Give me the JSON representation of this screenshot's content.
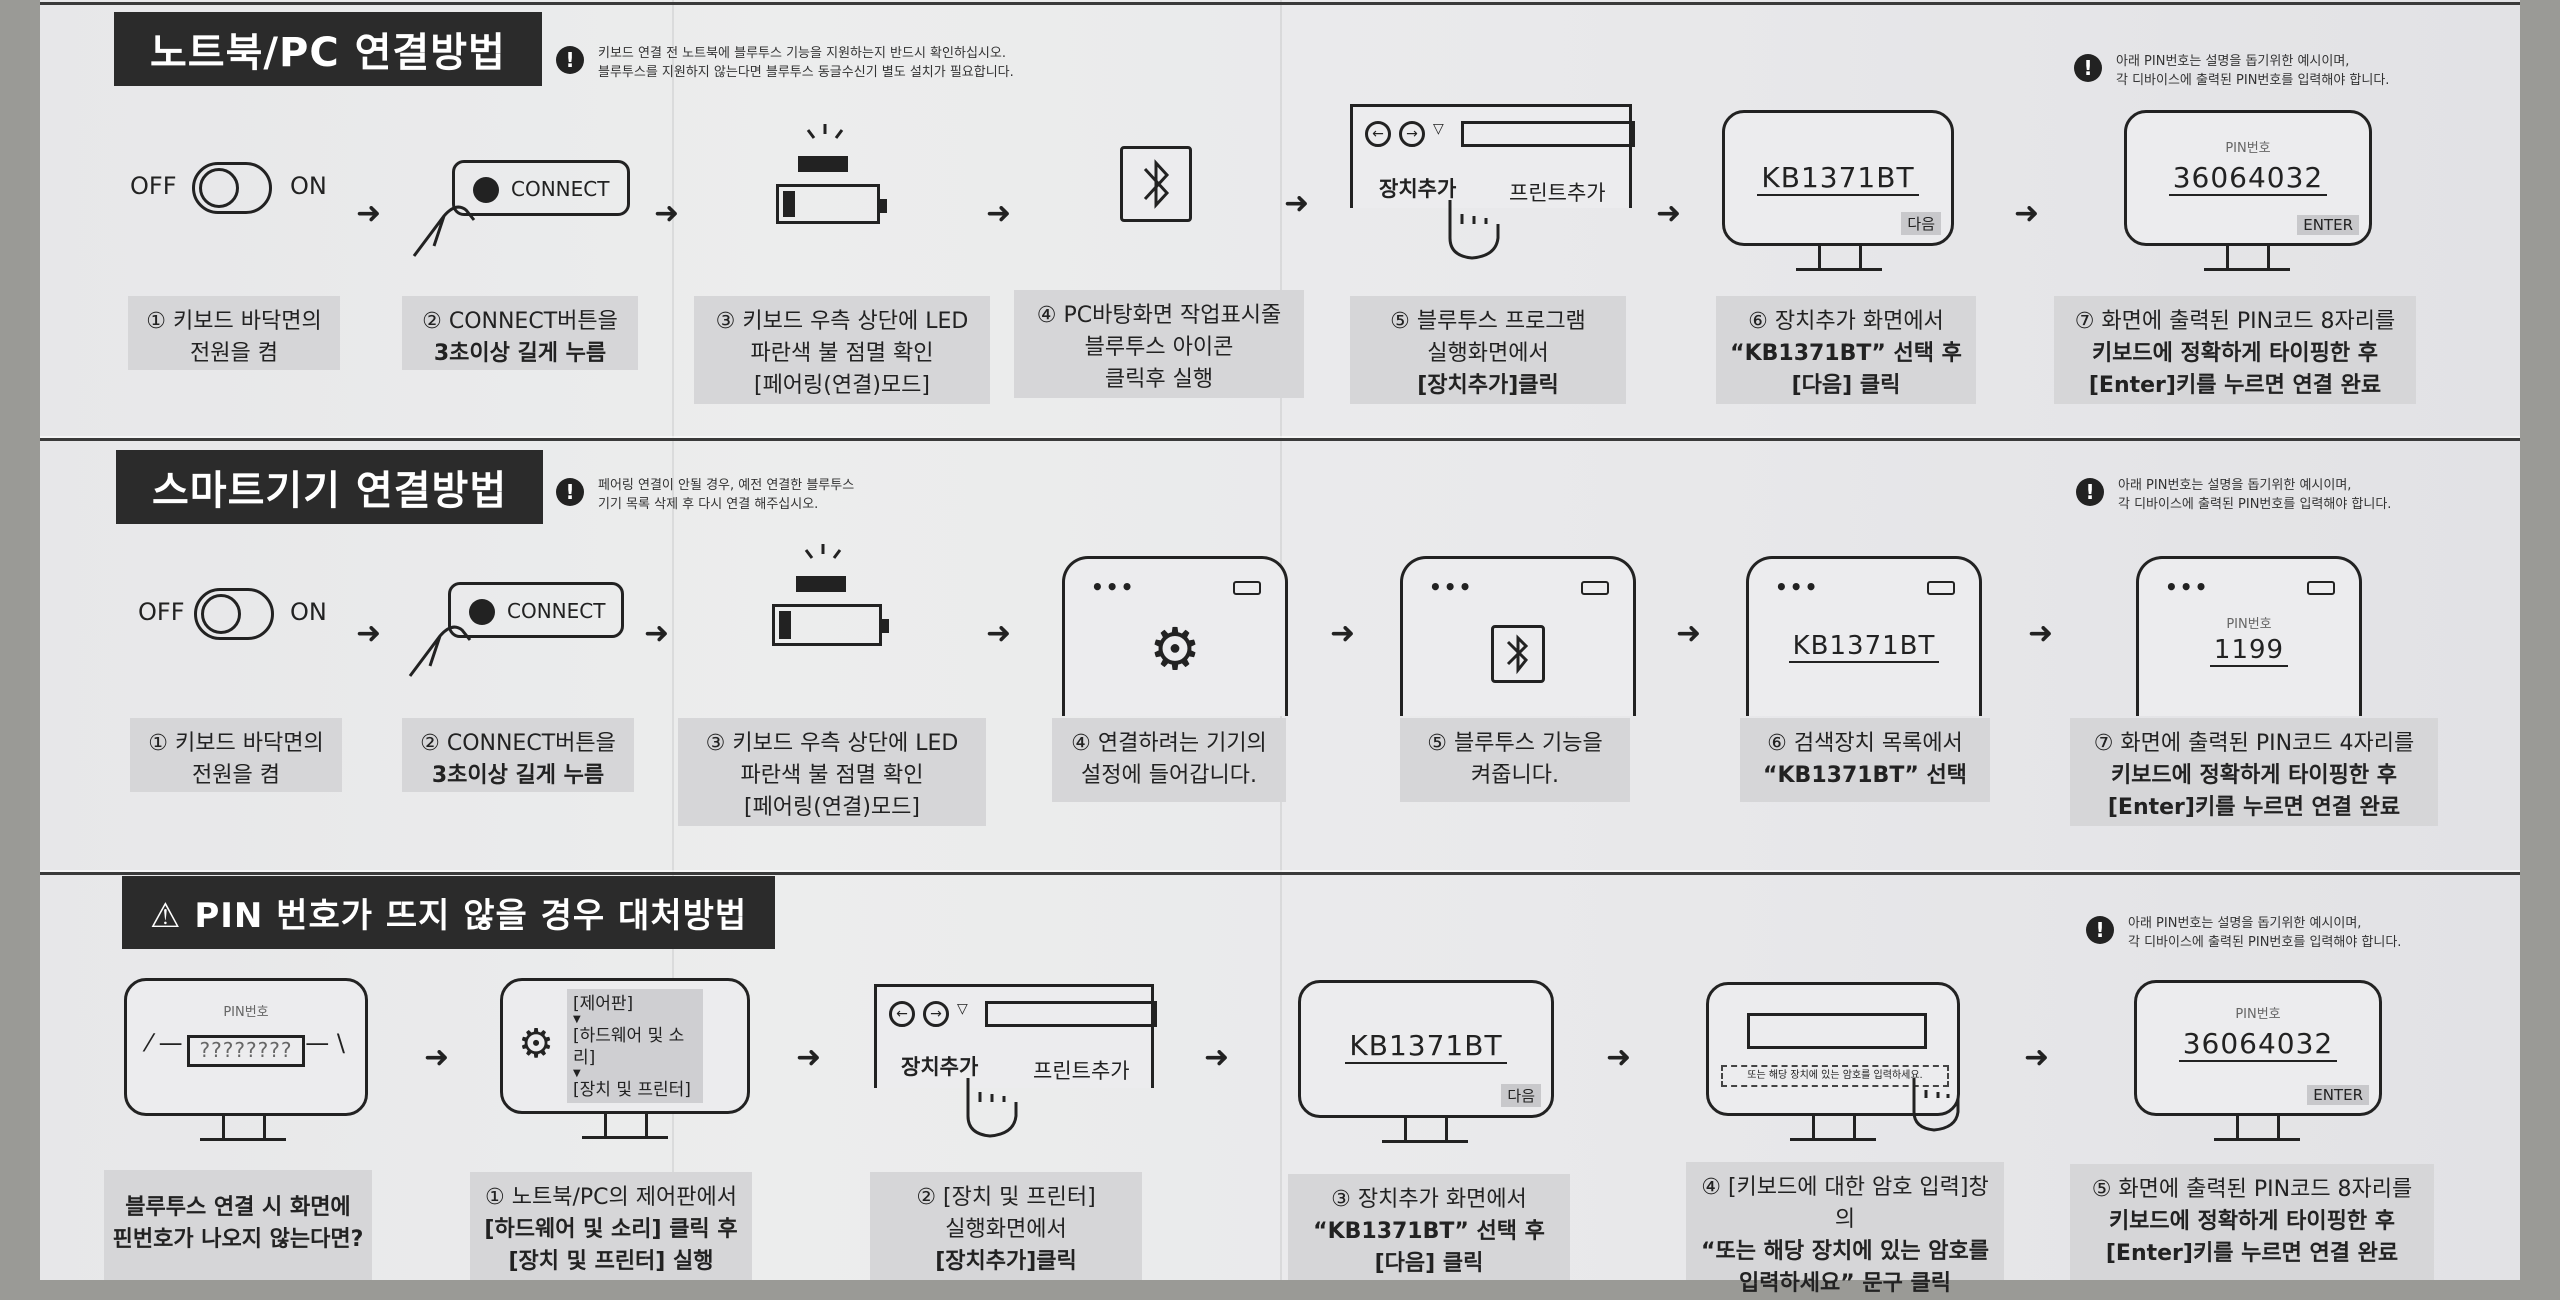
{
  "sections": {
    "pc": {
      "title": "노트북/PC 연결방법",
      "note": [
        "키보드 연결 전 노트북에 블루투스 기능을 지원하는지 반드시 확인하십시오.",
        "블루투스를 지원하지 않는다면 블루투스 동글수신기 별도 설치가 필요합니다."
      ],
      "pin_note": [
        "아래 PIN번호는 설명을 돕기위한 예시이며,",
        "각 디바이스에 출력된 PIN번호를 입력해야 합니다."
      ],
      "switch_off": "OFF",
      "switch_on": "ON",
      "connect": "CONNECT",
      "tab_add": "장치추가",
      "tab_print": "프린트추가",
      "device_name": "KB1371BT",
      "next": "다음",
      "pin_label": "PIN번호",
      "pin": "36064032",
      "enter": "ENTER",
      "captions": [
        [
          "① 키보드 바닥면의",
          "전원을 켬"
        ],
        [
          "② CONNECT버튼을",
          "3초이상 길게 누름"
        ],
        [
          "③ 키보드 우측 상단에 LED",
          "파란색 불 점멸 확인",
          "[페어링(연결)모드]"
        ],
        [
          "④ PC바탕화면 작업표시줄",
          "블루투스 아이콘",
          "클릭후 실행"
        ],
        [
          "⑤ 블루투스 프로그램",
          "실행화면에서",
          "[장치추가]클릭"
        ],
        [
          "⑥ 장치추가 화면에서",
          "“KB1371BT” 선택 후",
          "[다음] 클릭"
        ],
        [
          "⑦ 화면에 출력된 PIN코드 8자리를",
          "키보드에 정확하게 타이핑한 후",
          "[Enter]키를 누르면 연결 완료"
        ]
      ]
    },
    "smart": {
      "title": "스마트기기 연결방법",
      "note": [
        "페어링 연결이 안될 경우, 예전 연결한 블루투스",
        "기기 목록 삭제 후 다시 연결 해주십시오."
      ],
      "pin_note": [
        "아래 PIN번호는 설명을 돕기위한 예시이며,",
        "각 디바이스에 출력된 PIN번호를 입력해야 합니다."
      ],
      "switch_off": "OFF",
      "switch_on": "ON",
      "connect": "CONNECT",
      "device_name": "KB1371BT",
      "pin_label": "PIN번호",
      "pin": "1199",
      "captions": [
        [
          "① 키보드 바닥면의",
          "전원을 켬"
        ],
        [
          "② CONNECT버튼을",
          "3초이상 길게 누름"
        ],
        [
          "③ 키보드 우측 상단에 LED",
          "파란색 불 점멸 확인",
          "[페어링(연결)모드]"
        ],
        [
          "④ 연결하려는 기기의",
          "설정에 들어갑니다."
        ],
        [
          "⑤ 블루투스 기능을",
          "켜줍니다."
        ],
        [
          "⑥ 검색장치 목록에서",
          "“KB1371BT” 선택"
        ],
        [
          "⑦ 화면에 출력된 PIN코드 4자리를",
          "키보드에 정확하게 타이핑한 후",
          "[Enter]키를 누르면 연결 완료"
        ]
      ]
    },
    "pin": {
      "title": "⚠ PIN 번호가 뜨지 않을 경우 대처방법",
      "pin_note": [
        "아래 PIN번호는 설명을 돕기위한 예시이며,",
        "각 디바이스에 출력된 PIN번호를 입력해야 합니다."
      ],
      "pin_label": "PIN번호",
      "pin_unknown": "????????",
      "menu": [
        "[제어판]",
        "[하드웨어 및 소리]",
        "[장치 및 프린터]"
      ],
      "tab_add": "장치추가",
      "tab_print": "프린트추가",
      "device_name": "KB1371BT",
      "next": "다음",
      "dialog_hint": "또는 해당 장치에 있는 암호를 입력하세요.",
      "pin": "36064032",
      "enter": "ENTER",
      "captions": [
        [
          "블루투스 연결 시 화면에",
          "핀번호가 나오지 않는다면?"
        ],
        [
          "① 노트북/PC의 제어판에서",
          "[하드웨어 및 소리] 클릭 후",
          "[장치 및 프린터] 실행"
        ],
        [
          "② [장치 및 프린터]",
          "실행화면에서",
          "[장치추가]클릭"
        ],
        [
          "③ 장치추가 화면에서",
          "“KB1371BT” 선택 후",
          "[다음] 클릭"
        ],
        [
          "④ [키보드에 대한 암호 입력]창의",
          "“또는 해당 장치에 있는 암호를",
          "입력하세요” 문구 클릭"
        ],
        [
          "⑤ 화면에 출력된 PIN코드 8자리를",
          "키보드에 정확하게 타이핑한 후",
          "[Enter]키를 누르면 연결 완료"
        ]
      ]
    }
  }
}
